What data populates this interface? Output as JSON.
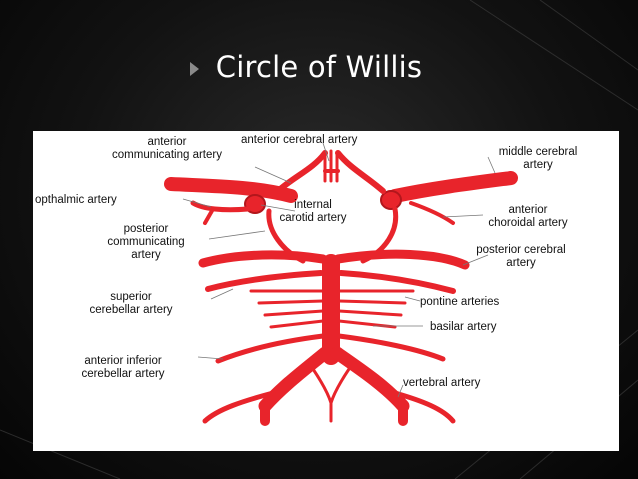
{
  "slide": {
    "title": "Circle of Willis"
  },
  "labels": {
    "anterior_communicating": "anterior\ncommunicating artery",
    "anterior_cerebral": "anterior cerebral artery",
    "middle_cerebral": "middle cerebral\nartery",
    "opthalmic": "opthalmic artery",
    "internal_carotid": "internal\ncarotid artery",
    "anterior_choroidal": "anterior\nchoroidal artery",
    "posterior_communicating": "posterior\ncommunicating\nartery",
    "posterior_cerebral": "posterior cerebral\nartery",
    "superior_cerebellar": "superior\ncerebellar artery",
    "pontine": "pontine arteries",
    "basilar": "basilar artery",
    "anterior_inferior_cerebellar": "anterior inferior\ncerebellar artery",
    "vertebral": "vertebral artery"
  },
  "colors": {
    "artery": "#e8242b",
    "artery_dark": "#b3161c",
    "leader": "#777777"
  }
}
